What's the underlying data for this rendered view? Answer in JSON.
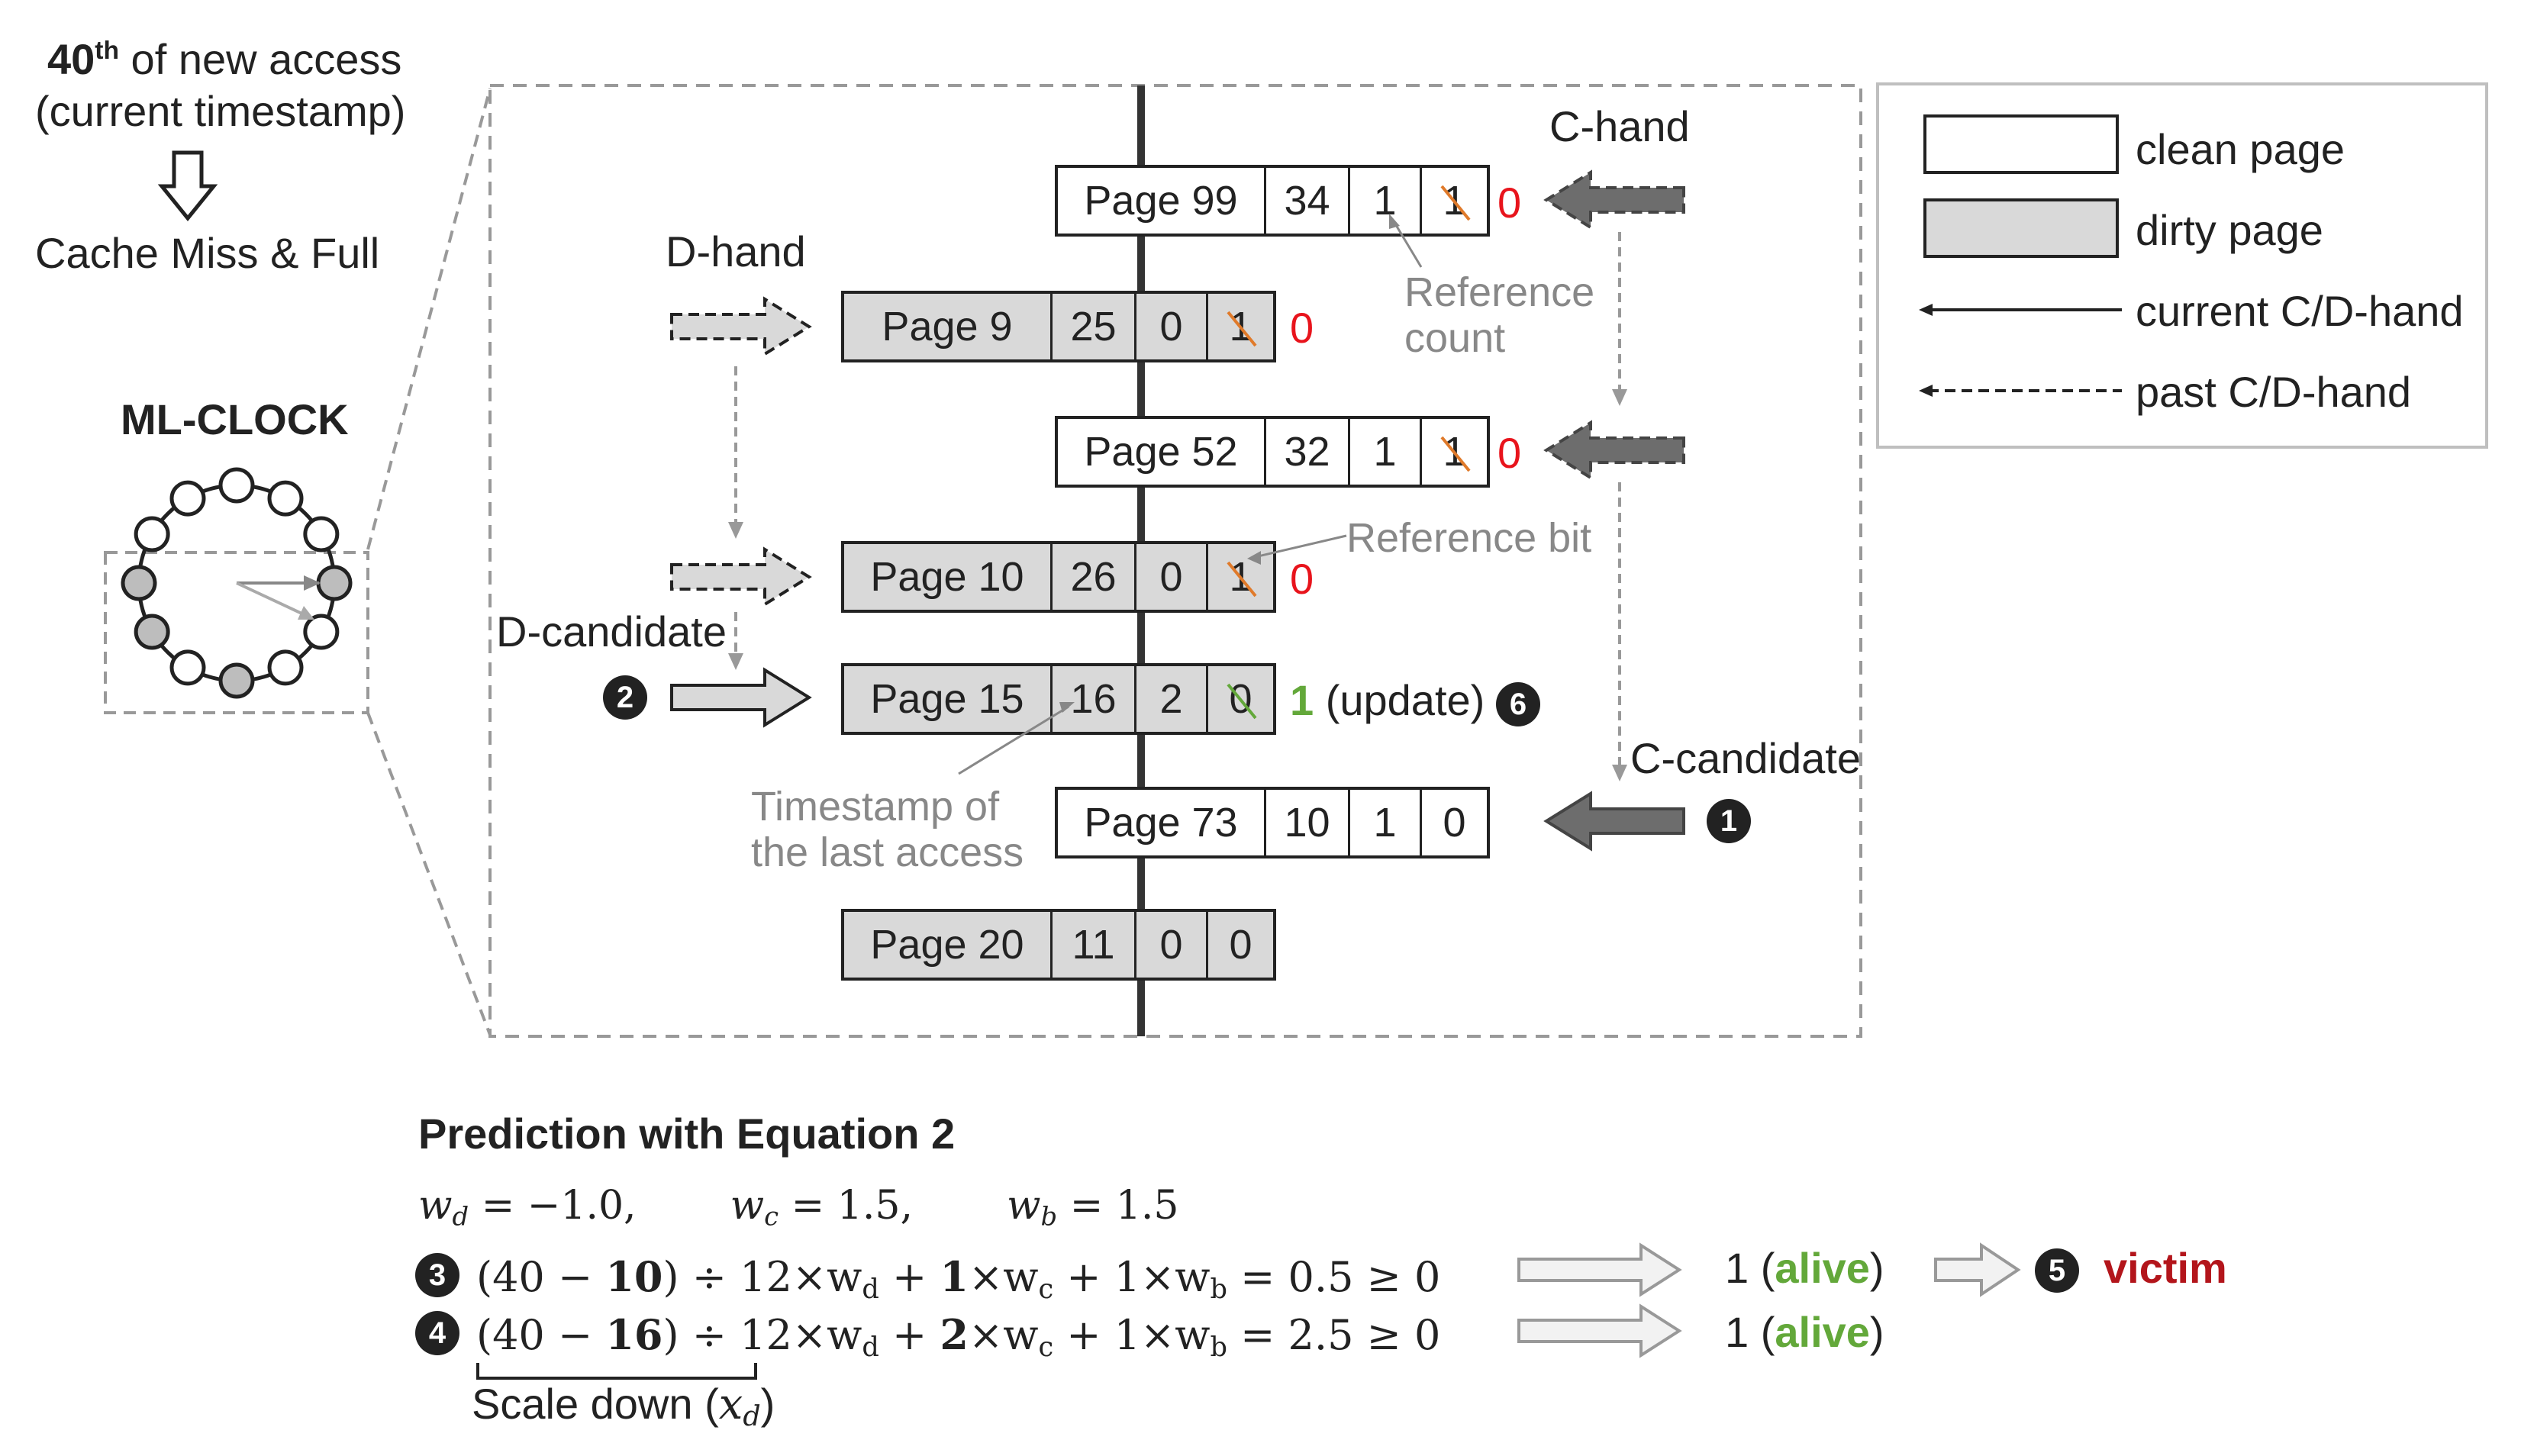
{
  "intro": {
    "access_num": "40",
    "access_sup": "th",
    "access_rest": " of new access",
    "current_ts": "(current timestamp)",
    "result": "Cache Miss & Full"
  },
  "ml_clock_title": "ML-CLOCK",
  "hands": {
    "c_hand": "C-hand",
    "d_hand": "D-hand",
    "d_candidate": "D-candidate",
    "c_candidate": "C-candidate"
  },
  "pages": [
    {
      "name": "Page 99",
      "ts": "34",
      "count": "1",
      "bit": "1",
      "new_bit": "0",
      "kind": "clean",
      "bit_crossed": true
    },
    {
      "name": "Page 9",
      "ts": "25",
      "count": "0",
      "bit": "1",
      "new_bit": "0",
      "kind": "dirty",
      "bit_crossed": true
    },
    {
      "name": "Page 52",
      "ts": "32",
      "count": "1",
      "bit": "1",
      "new_bit": "0",
      "kind": "clean",
      "bit_crossed": true
    },
    {
      "name": "Page 10",
      "ts": "26",
      "count": "0",
      "bit": "1",
      "new_bit": "0",
      "kind": "dirty",
      "bit_crossed": true
    },
    {
      "name": "Page 15",
      "ts": "16",
      "count": "2",
      "bit": "0",
      "new_bit": "1",
      "update_text": "(update)",
      "kind": "dirty",
      "bit_crossed": true
    },
    {
      "name": "Page 73",
      "ts": "10",
      "count": "1",
      "bit": "0",
      "kind": "clean",
      "bit_crossed": false
    },
    {
      "name": "Page 20",
      "ts": "11",
      "count": "0",
      "bit": "0",
      "kind": "dirty",
      "bit_crossed": false
    }
  ],
  "annotations": {
    "reference_count_1": "Reference",
    "reference_count_2": "count",
    "reference_bit": "Reference bit",
    "timestamp_1": "Timestamp of",
    "timestamp_2": "the last access"
  },
  "badges": [
    "1",
    "2",
    "3",
    "4",
    "5",
    "6"
  ],
  "legend": {
    "clean": "clean page",
    "dirty": "dirty page",
    "current": "current C/D-hand",
    "past": "past C/D-hand"
  },
  "prediction": {
    "title": "Prediction with Equation 2",
    "weights": {
      "wd": "= −1.0,",
      "wc": "= 1.5,",
      "wb": "= 1.5"
    },
    "eq3": {
      "a": "(40 − ",
      "b": "10",
      "c": ") ÷ 12×w",
      "d": " + ",
      "e": "1",
      "f": "×w",
      "g": " + 1×w",
      "h": " = 0.5 ≥ 0"
    },
    "eq4": {
      "a": "(40 − ",
      "b": "16",
      "c": ") ÷ 12×w",
      "d": " + ",
      "e": "2",
      "f": "×w",
      "g": " + 1×w",
      "h": " = 2.5 ≥ 0"
    },
    "sub_d": "d",
    "sub_c": "c",
    "sub_b": "b",
    "result_open": "1 (",
    "alive": "alive",
    "result_close": ")",
    "victim": "victim",
    "scale_down": "Scale down (",
    "scale_var": "x",
    "scale_close": ")"
  },
  "colors": {
    "red": "#e8141c",
    "green": "#63a83a",
    "dark_red": "#b3151b",
    "dirty_fill": "#d9d9d9",
    "hand_dark": "#6d6d6d",
    "gray": "#888888"
  }
}
